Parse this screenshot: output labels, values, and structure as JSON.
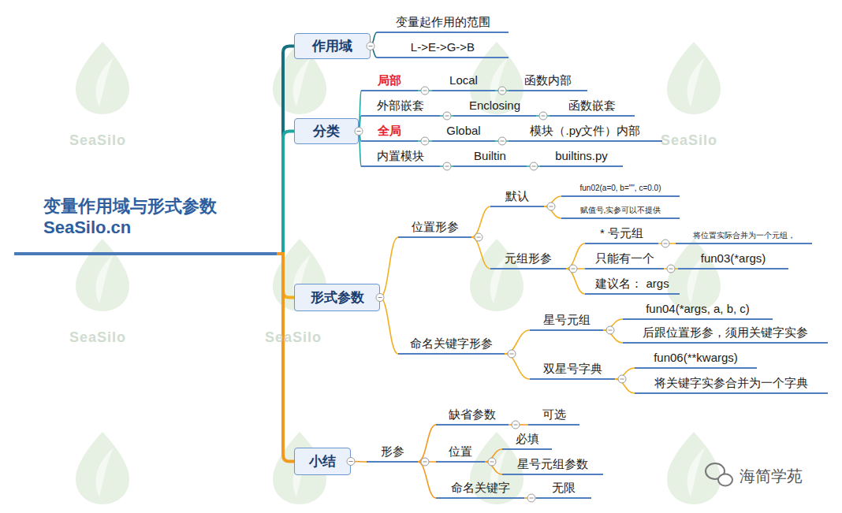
{
  "diagram": {
    "title": "变量作用域与形式参数",
    "nodes": [
      {
        "text": [
          "变量作用域与形式参数",
          "SeaSilo.cn"
        ]
      },
      {
        "text": [
          "作用域"
        ]
      },
      {
        "text": [
          "变量起作用的范围"
        ]
      },
      {
        "text": [
          "L->E->G->B"
        ]
      },
      {
        "text": [
          "分类"
        ]
      },
      {
        "text": [
          "局部"
        ]
      },
      {
        "text": [
          "Local"
        ]
      },
      {
        "text": [
          "函数内部"
        ]
      },
      {
        "text": [
          "外部嵌套"
        ]
      },
      {
        "text": [
          "Enclosing"
        ]
      },
      {
        "text": [
          "函数嵌套"
        ]
      },
      {
        "text": [
          "全局"
        ]
      },
      {
        "text": [
          "Global"
        ]
      },
      {
        "text": [
          "模块（.py文件）内部"
        ]
      },
      {
        "text": [
          "内置模块"
        ]
      },
      {
        "text": [
          "Builtin"
        ]
      },
      {
        "text": [
          "builtins.py"
        ]
      },
      {
        "text": [
          "形式参数"
        ]
      },
      {
        "text": [
          "位置形参"
        ]
      },
      {
        "text": [
          "默认"
        ]
      },
      {
        "text": [
          "fun02(a=0, b=\"\", c=0.0)"
        ]
      },
      {
        "text": [
          "赋值号,实参可以不提供"
        ]
      },
      {
        "text": [
          "元组形参"
        ]
      },
      {
        "text": [
          "* 号元组"
        ]
      },
      {
        "text": [
          "将位置实际合并为一个元组，"
        ]
      },
      {
        "text": [
          "只能有一个"
        ]
      },
      {
        "text": [
          "fun03(*args)"
        ]
      },
      {
        "text": [
          "建议名： args"
        ]
      },
      {
        "text": [
          "命名关键字形参"
        ]
      },
      {
        "text": [
          "星号元组"
        ]
      },
      {
        "text": [
          "fun04(*args, a, b, c)"
        ]
      },
      {
        "text": [
          "后跟位置形参，须用关键字实参"
        ]
      },
      {
        "text": [
          "双星号字典"
        ]
      },
      {
        "text": [
          "fun06(**kwargs)"
        ]
      },
      {
        "text": [
          "将关键字实参合并为一个字典"
        ]
      },
      {
        "text": [
          "小结"
        ]
      },
      {
        "text": [
          "形参"
        ]
      },
      {
        "text": [
          "缺省参数"
        ]
      },
      {
        "text": [
          "可选"
        ]
      },
      {
        "text": [
          "位置"
        ]
      },
      {
        "text": [
          "必填"
        ]
      },
      {
        "text": [
          "星号元组参数"
        ]
      },
      {
        "text": [
          "命名关键字"
        ]
      },
      {
        "text": [
          "无限"
        ]
      }
    ],
    "edges": [
      {
        "from": 0,
        "to": 1,
        "arrow": "none"
      },
      {
        "from": 0,
        "to": 4,
        "arrow": "none"
      },
      {
        "from": 0,
        "to": 17,
        "arrow": "none"
      },
      {
        "from": 0,
        "to": 35,
        "arrow": "none"
      },
      {
        "from": 1,
        "to": 2,
        "arrow": "none"
      },
      {
        "from": 1,
        "to": 3,
        "arrow": "none"
      },
      {
        "from": 4,
        "to": 5,
        "arrow": "none"
      },
      {
        "from": 4,
        "to": 8,
        "arrow": "none"
      },
      {
        "from": 4,
        "to": 11,
        "arrow": "none"
      },
      {
        "from": 4,
        "to": 14,
        "arrow": "none"
      },
      {
        "from": 5,
        "to": 6,
        "arrow": "none"
      },
      {
        "from": 6,
        "to": 7,
        "arrow": "none"
      },
      {
        "from": 8,
        "to": 9,
        "arrow": "none"
      },
      {
        "from": 9,
        "to": 10,
        "arrow": "none"
      },
      {
        "from": 11,
        "to": 12,
        "arrow": "none"
      },
      {
        "from": 12,
        "to": 13,
        "arrow": "none"
      },
      {
        "from": 14,
        "to": 15,
        "arrow": "none"
      },
      {
        "from": 15,
        "to": 16,
        "arrow": "none"
      },
      {
        "from": 17,
        "to": 18,
        "arrow": "none"
      },
      {
        "from": 17,
        "to": 28,
        "arrow": "none"
      },
      {
        "from": 18,
        "to": 19,
        "arrow": "none"
      },
      {
        "from": 18,
        "to": 22,
        "arrow": "none"
      },
      {
        "from": 19,
        "to": 20,
        "arrow": "none"
      },
      {
        "from": 19,
        "to": 21,
        "arrow": "none"
      },
      {
        "from": 22,
        "to": 23,
        "arrow": "none"
      },
      {
        "from": 22,
        "to": 25,
        "arrow": "none"
      },
      {
        "from": 22,
        "to": 27,
        "arrow": "none"
      },
      {
        "from": 23,
        "to": 24,
        "arrow": "none"
      },
      {
        "from": 25,
        "to": 26,
        "arrow": "none"
      },
      {
        "from": 28,
        "to": 29,
        "arrow": "none"
      },
      {
        "from": 28,
        "to": 32,
        "arrow": "none"
      },
      {
        "from": 29,
        "to": 30,
        "arrow": "none"
      },
      {
        "from": 29,
        "to": 31,
        "arrow": "none"
      },
      {
        "from": 32,
        "to": 33,
        "arrow": "none"
      },
      {
        "from": 32,
        "to": 34,
        "arrow": "none"
      },
      {
        "from": 35,
        "to": 36,
        "arrow": "none"
      },
      {
        "from": 36,
        "to": 37,
        "arrow": "none"
      },
      {
        "from": 36,
        "to": 39,
        "arrow": "none"
      },
      {
        "from": 36,
        "to": 42,
        "arrow": "none"
      },
      {
        "from": 37,
        "to": 38,
        "arrow": "none"
      },
      {
        "from": 39,
        "to": 40,
        "arrow": "none"
      },
      {
        "from": 39,
        "to": 41,
        "arrow": "none"
      },
      {
        "from": 42,
        "to": 43,
        "arrow": "none"
      }
    ],
    "labels": [
      "SeaSilo",
      "SeaSilo",
      "SeaSilo",
      "SeaSilo",
      "海简学苑"
    ]
  }
}
